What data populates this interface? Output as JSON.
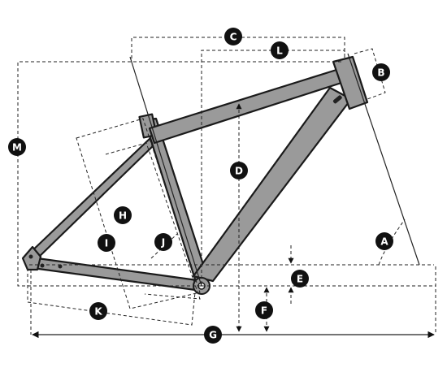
{
  "diagram": {
    "labels": {
      "A": "A",
      "B": "B",
      "C": "C",
      "D": "D",
      "E": "E",
      "F": "F",
      "G": "G",
      "H": "H",
      "I": "I",
      "J": "J",
      "K": "K",
      "L": "L",
      "M": "M"
    },
    "colors": {
      "frame_fill": "#9a9a9a",
      "frame_outline": "#1a1a1a",
      "badge": "#111111",
      "badge_text": "#ffffff",
      "lines": "#222222"
    }
  }
}
